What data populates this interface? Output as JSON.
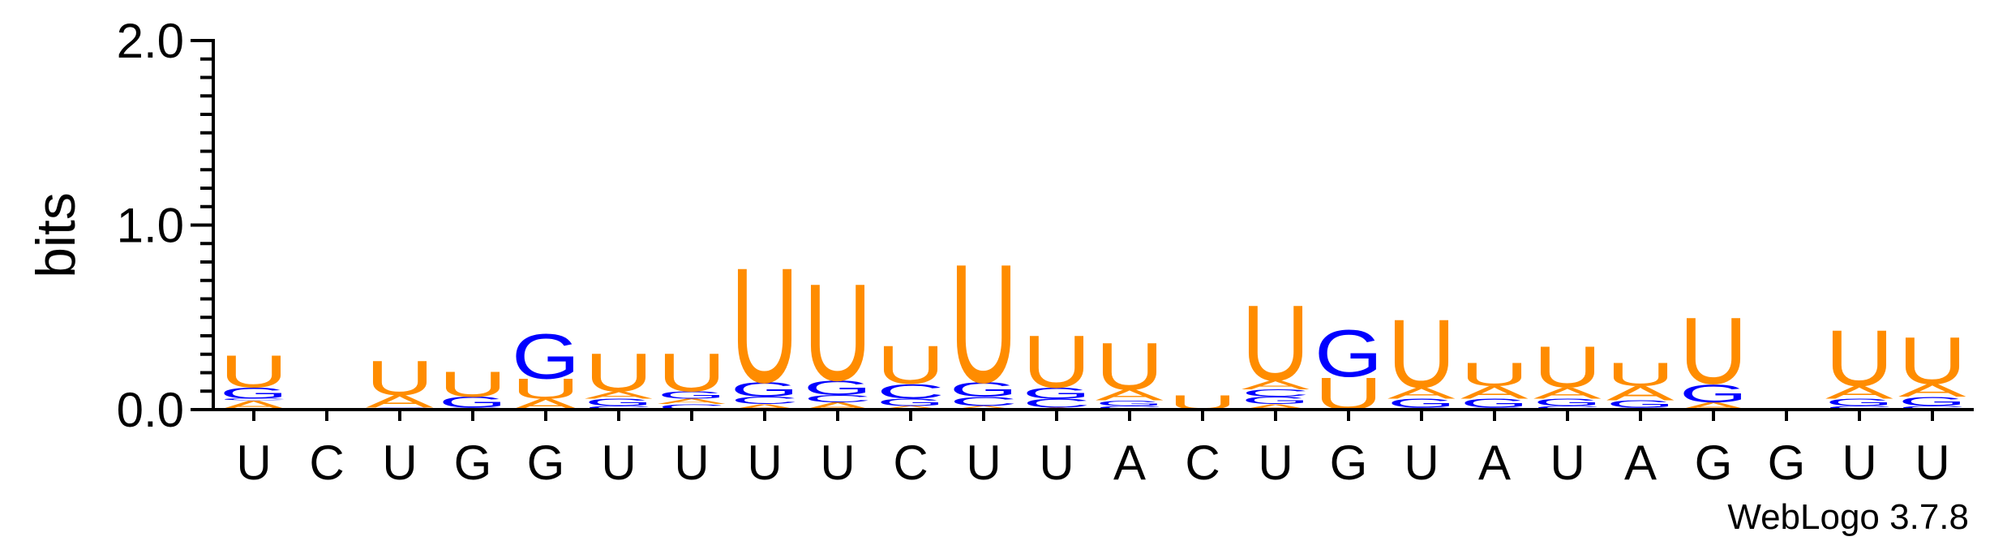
{
  "chart_data": {
    "type": "sequence-logo",
    "ylabel": "bits",
    "ylim": [
      0,
      2.0
    ],
    "yticks": [
      {
        "value": 0.0,
        "label": "0.0"
      },
      {
        "value": 1.0,
        "label": "1.0"
      },
      {
        "value": 2.0,
        "label": "2.0"
      }
    ],
    "credit": "WebLogo 3.7.8",
    "colors": {
      "U": "#FF8C00",
      "A": "#FF8C00",
      "G": "#0000FF",
      "C": "#0000FF"
    },
    "positions": [
      {
        "label": "U",
        "stack": [
          [
            "A",
            0.05
          ],
          [
            "C",
            0.01
          ],
          [
            "G",
            0.06
          ],
          [
            "U",
            0.18
          ]
        ]
      },
      {
        "label": "C",
        "stack": []
      },
      {
        "label": "U",
        "stack": [
          [
            "C",
            0.01
          ],
          [
            "A",
            0.07
          ],
          [
            "U",
            0.19
          ]
        ]
      },
      {
        "label": "G",
        "stack": [
          [
            "C",
            0.01
          ],
          [
            "G",
            0.06
          ],
          [
            "U",
            0.14
          ]
        ]
      },
      {
        "label": "G",
        "stack": [
          [
            "A",
            0.06
          ],
          [
            "U",
            0.11
          ],
          [
            "G",
            0.25
          ]
        ]
      },
      {
        "label": "U",
        "stack": [
          [
            "C",
            0.02
          ],
          [
            "G",
            0.04
          ],
          [
            "A",
            0.04
          ],
          [
            "U",
            0.21
          ]
        ]
      },
      {
        "label": "U",
        "stack": [
          [
            "C",
            0.03
          ],
          [
            "A",
            0.03
          ],
          [
            "G",
            0.04
          ],
          [
            "U",
            0.21
          ]
        ]
      },
      {
        "label": "U",
        "stack": [
          [
            "A",
            0.03
          ],
          [
            "C",
            0.04
          ],
          [
            "G",
            0.08
          ],
          [
            "U",
            0.64
          ]
        ]
      },
      {
        "label": "U",
        "stack": [
          [
            "A",
            0.04
          ],
          [
            "C",
            0.04
          ],
          [
            "G",
            0.08
          ],
          [
            "U",
            0.54
          ]
        ]
      },
      {
        "label": "C",
        "stack": [
          [
            "A",
            0.02
          ],
          [
            "G",
            0.04
          ],
          [
            "C",
            0.08
          ],
          [
            "U",
            0.21
          ]
        ]
      },
      {
        "label": "U",
        "stack": [
          [
            "A",
            0.02
          ],
          [
            "C",
            0.05
          ],
          [
            "G",
            0.08
          ],
          [
            "U",
            0.66
          ]
        ]
      },
      {
        "label": "U",
        "stack": [
          [
            "A",
            0.01
          ],
          [
            "C",
            0.05
          ],
          [
            "G",
            0.06
          ],
          [
            "U",
            0.29
          ]
        ]
      },
      {
        "label": "A",
        "stack": [
          [
            "C",
            0.02
          ],
          [
            "G",
            0.03
          ],
          [
            "A",
            0.06
          ],
          [
            "U",
            0.26
          ]
        ]
      },
      {
        "label": "C",
        "stack": [
          [
            "U",
            0.08
          ]
        ]
      },
      {
        "label": "U",
        "stack": [
          [
            "A",
            0.03
          ],
          [
            "G",
            0.04
          ],
          [
            "C",
            0.04
          ],
          [
            "A",
            0.05
          ],
          [
            "U",
            0.42
          ]
        ]
      },
      {
        "label": "G",
        "stack": [
          [
            "U",
            0.18
          ],
          [
            "G",
            0.26
          ]
        ]
      },
      {
        "label": "U",
        "stack": [
          [
            "C",
            0.01
          ],
          [
            "G",
            0.05
          ],
          [
            "A",
            0.06
          ],
          [
            "U",
            0.38
          ]
        ]
      },
      {
        "label": "A",
        "stack": [
          [
            "C",
            0.01
          ],
          [
            "G",
            0.05
          ],
          [
            "A",
            0.07
          ],
          [
            "U",
            0.13
          ]
        ]
      },
      {
        "label": "U",
        "stack": [
          [
            "C",
            0.02
          ],
          [
            "G",
            0.04
          ],
          [
            "A",
            0.06
          ],
          [
            "U",
            0.23
          ]
        ]
      },
      {
        "label": "A",
        "stack": [
          [
            "C",
            0.01
          ],
          [
            "G",
            0.04
          ],
          [
            "A",
            0.08
          ],
          [
            "U",
            0.13
          ]
        ]
      },
      {
        "label": "G",
        "stack": [
          [
            "A",
            0.04
          ],
          [
            "G",
            0.1
          ],
          [
            "U",
            0.37
          ]
        ]
      },
      {
        "label": "G",
        "stack": []
      },
      {
        "label": "U",
        "stack": [
          [
            "C",
            0.02
          ],
          [
            "G",
            0.04
          ],
          [
            "A",
            0.07
          ],
          [
            "U",
            0.31
          ]
        ]
      },
      {
        "label": "U",
        "stack": [
          [
            "C",
            0.02
          ],
          [
            "G",
            0.05
          ],
          [
            "A",
            0.07
          ],
          [
            "U",
            0.26
          ]
        ]
      }
    ]
  }
}
